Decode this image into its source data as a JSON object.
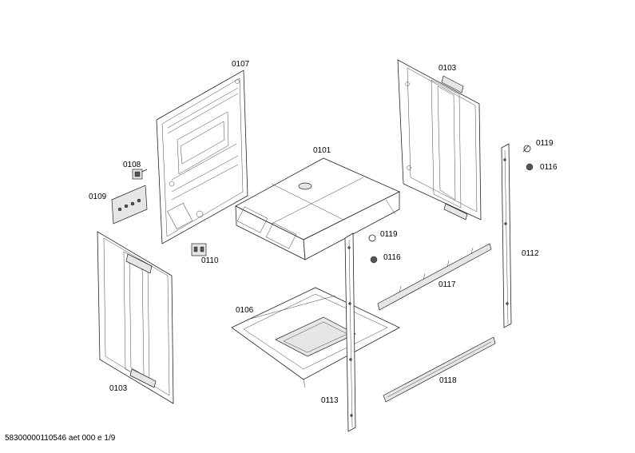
{
  "labels": {
    "p0107": "0107",
    "p0103_top": "0103",
    "p0101": "0101",
    "p0108": "0108",
    "p0109": "0109",
    "p0110": "0110",
    "p0119_a": "0119",
    "p0116_a": "0116",
    "p0119_b": "0119",
    "p0116_b": "0116",
    "p0112": "0112",
    "p0117": "0117",
    "p0106": "0106",
    "p0103_bottom": "0103",
    "p0113": "0113",
    "p0118": "0118"
  },
  "footer": "58300000110546 aet 000 e 1/9"
}
